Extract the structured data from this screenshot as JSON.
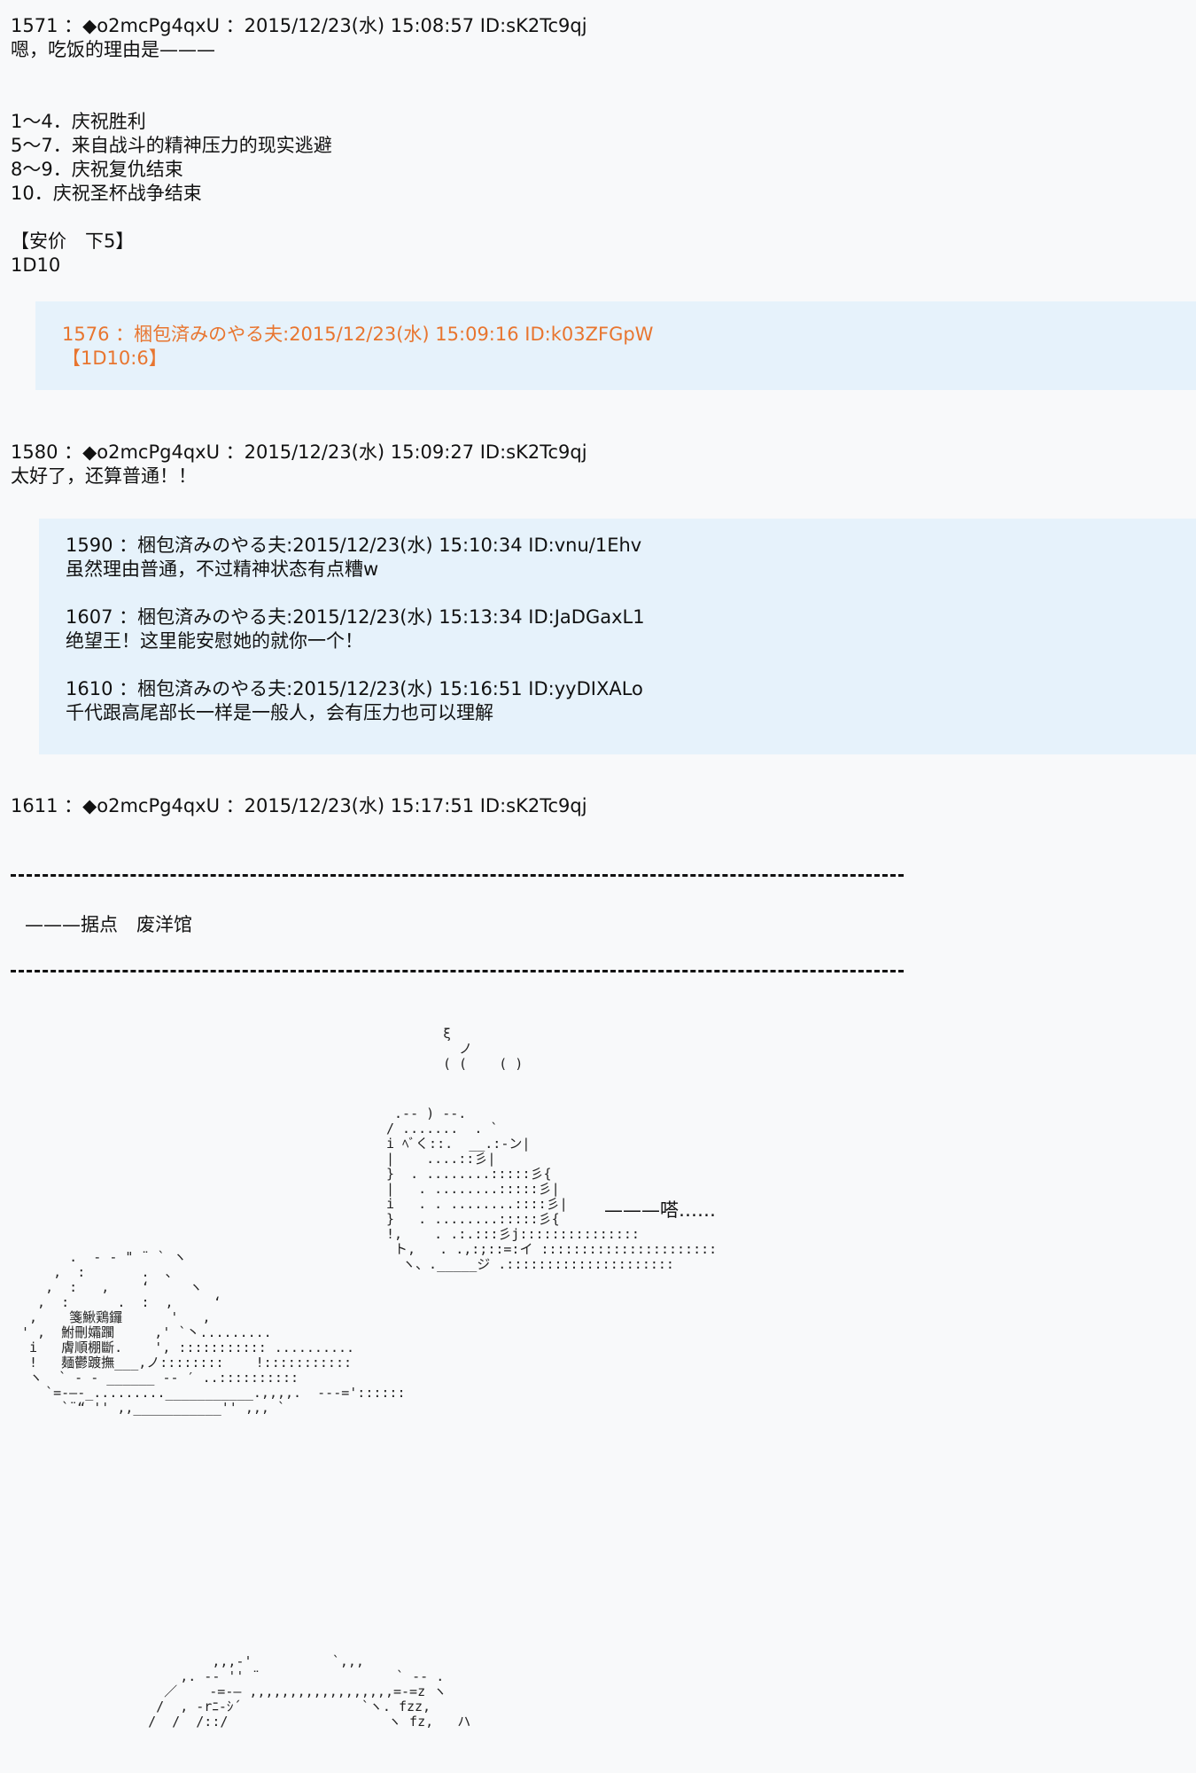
{
  "post1571": {
    "header": "1571 ：◆o2mcPg4qxU ：2015/12/23(水) 15:08:57 ID:sK2Tc9qj",
    "body": [
      "嗯，吃饭的理由是———",
      "",
      "",
      "1～4．庆祝胜利",
      "5～7．来自战斗的精神压力的现实逃避",
      "8～9．庆祝复仇结束",
      "10．庆祝圣杯战争结束",
      "",
      "【安价　下5】",
      "1D10"
    ]
  },
  "quote1576": {
    "header": "1576 ：梱包済みのやる夫:2015/12/23(水) 15:09:16 ID:k03ZFGpW",
    "body": "【1D10:6】"
  },
  "post1580": {
    "header": "1580 ：◆o2mcPg4qxU ：2015/12/23(水) 15:09:27 ID:sK2Tc9qj",
    "body": "太好了，还算普通！！"
  },
  "quotes_block": [
    {
      "header": "1590 ：梱包済みのやる夫:2015/12/23(水) 15:10:34 ID:vnu/1Ehv",
      "body": "虽然理由普通，不过精神状态有点糟w"
    },
    {
      "header": "1607 ：梱包済みのやる夫:2015/12/23(水) 15:13:34 ID:JaDGaxL1",
      "body": "绝望王！这里能安慰她的就你一个！"
    },
    {
      "header": "1610 ：梱包済みのやる夫:2015/12/23(水) 15:16:51 ID:yyDIXALo",
      "body": "千代跟高尾部长一样是一般人，会有压力也可以理解"
    }
  ],
  "post1611": {
    "header": "1611 ：◆o2mcPg4qxU ：2015/12/23(水) 15:17:51 ID:sK2Tc9qj",
    "location": "———据点　废洋馆",
    "sfx": "———嗒……",
    "aa_steam": "ξ\n  ノ\n( (    ( )",
    "aa_cup": " .-- ) --. \n/ .......  . `\ni ﾍﾞく::.  __.:-ン|\n|    ....::彡|\n}  . ........:::::彡{\n|   . ........:::::彡|\ni   . . ........::::彡|\n}   . ........:::::彡{\n!,    . .:.:::彡j:::::::::::::::\n ト,   . .,:;::=:イ ::::::::::::::::::::::\n  ヽ、._____ジ .:::::::::::::::::::::",
    "aa_plate": "      .  - ‐ \" ¨ ` ヽ\n    ,  :       .  、\n   ,  :   ,    ‘     ヽ\n  ,  :      .  :  ,     ‘\n ,    箋鰍鶏鑼      '   ,\n' ,  鮒刪孀躙     ,' `丶.........\n i   膚順棚斷.    ', ::::::::::: ..........\n !   麺鬱踱撫___,ノ::::::::    !:::::::::::\n ヽ  ` ‐ - ______ -‐ ′ ..::::::::::\n   `=-―-_.........___________.,,,,.  ---='::::::\n     `¨“ '' ,,___________'' ,,, `",
    "aa_bottom": "           ,,,-'          `,,,\n       ,. -‐ '' ¨                 ` ‐- .\n     ／    -=-— ,,,,,,,,,,,,,,,,,,=-=z ヽ\n    /  , -rﾆ-ｼ´               `ヽ. fzz,\n   /  /  /::/                    ヽ fz,   ハ"
  }
}
